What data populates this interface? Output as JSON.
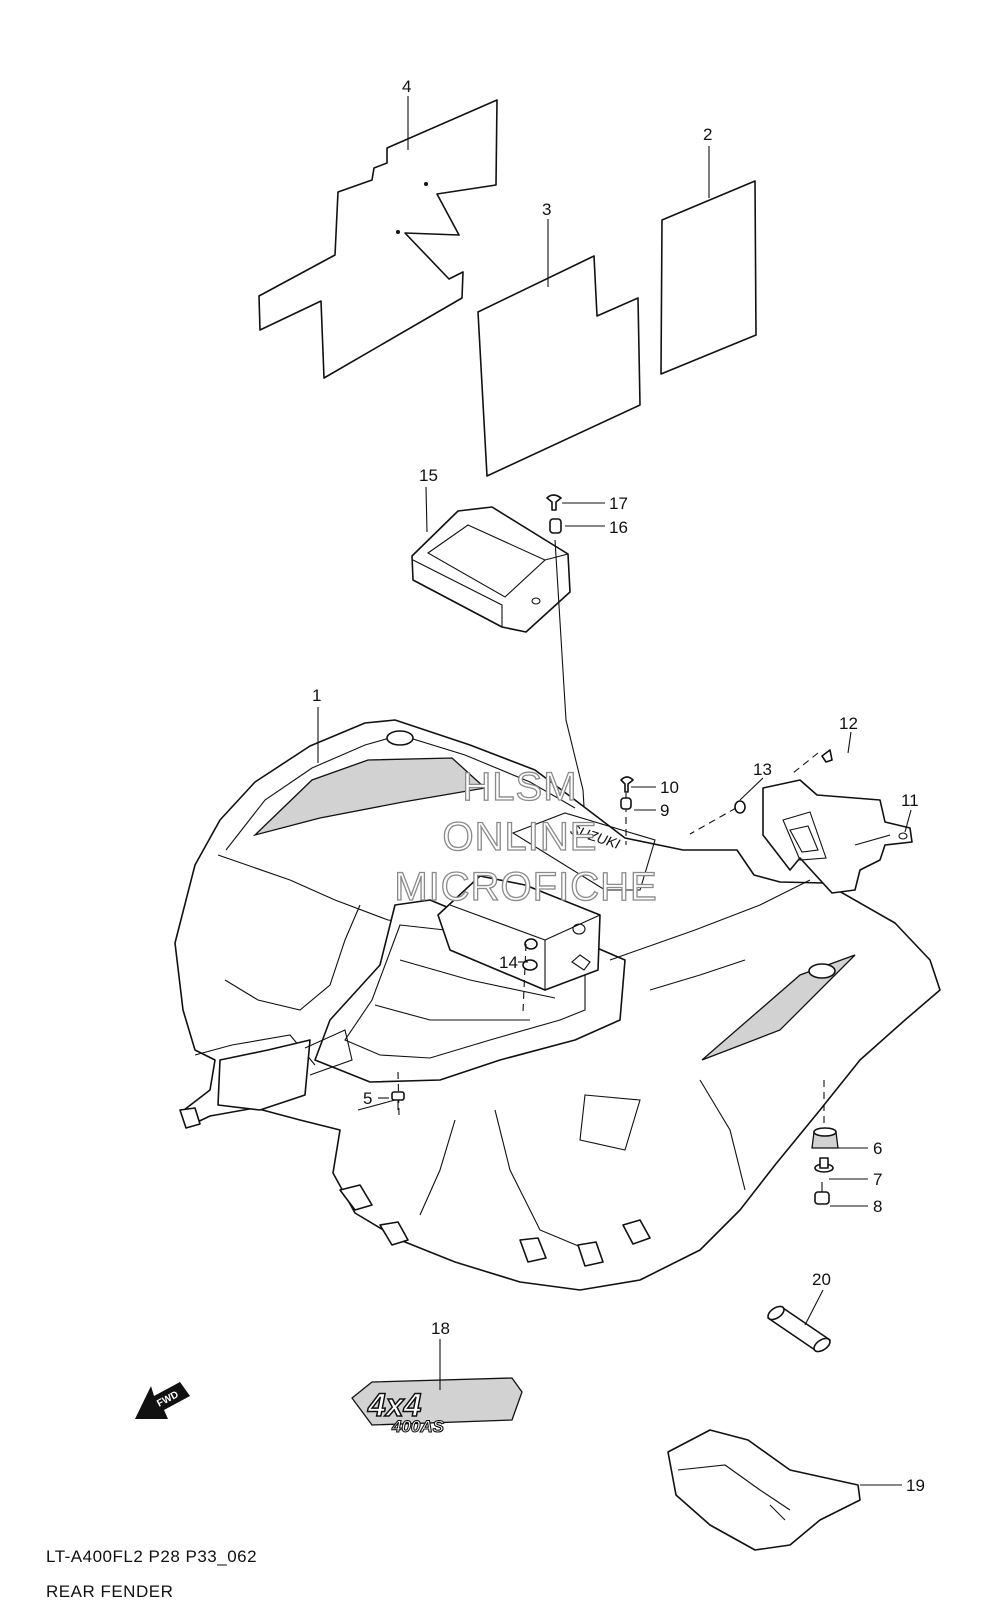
{
  "diagram": {
    "callouts": [
      {
        "id": "c1",
        "text": "1"
      },
      {
        "id": "c2",
        "text": "2"
      },
      {
        "id": "c3",
        "text": "3"
      },
      {
        "id": "c4",
        "text": "4"
      },
      {
        "id": "c5",
        "text": "5"
      },
      {
        "id": "c6",
        "text": "6"
      },
      {
        "id": "c7",
        "text": "7"
      },
      {
        "id": "c8",
        "text": "8"
      },
      {
        "id": "c9",
        "text": "9"
      },
      {
        "id": "c10",
        "text": "10"
      },
      {
        "id": "c11",
        "text": "11"
      },
      {
        "id": "c12",
        "text": "12"
      },
      {
        "id": "c13",
        "text": "13"
      },
      {
        "id": "c14",
        "text": "14"
      },
      {
        "id": "c15",
        "text": "15"
      },
      {
        "id": "c16",
        "text": "16"
      },
      {
        "id": "c17",
        "text": "17"
      },
      {
        "id": "c18",
        "text": "18"
      },
      {
        "id": "c19",
        "text": "19"
      },
      {
        "id": "c20",
        "text": "20"
      }
    ],
    "watermark": [
      "HLSM",
      "ONLINE",
      "MICROFICHE"
    ],
    "fwd_arrow_text": "FWD",
    "decal_text": {
      "big": "4x4",
      "small": "400AS"
    },
    "fender_marking": "SUZUKI"
  },
  "footer": {
    "code": "LT-A400FL2 P28 P33_062",
    "title": "REAR FENDER"
  }
}
